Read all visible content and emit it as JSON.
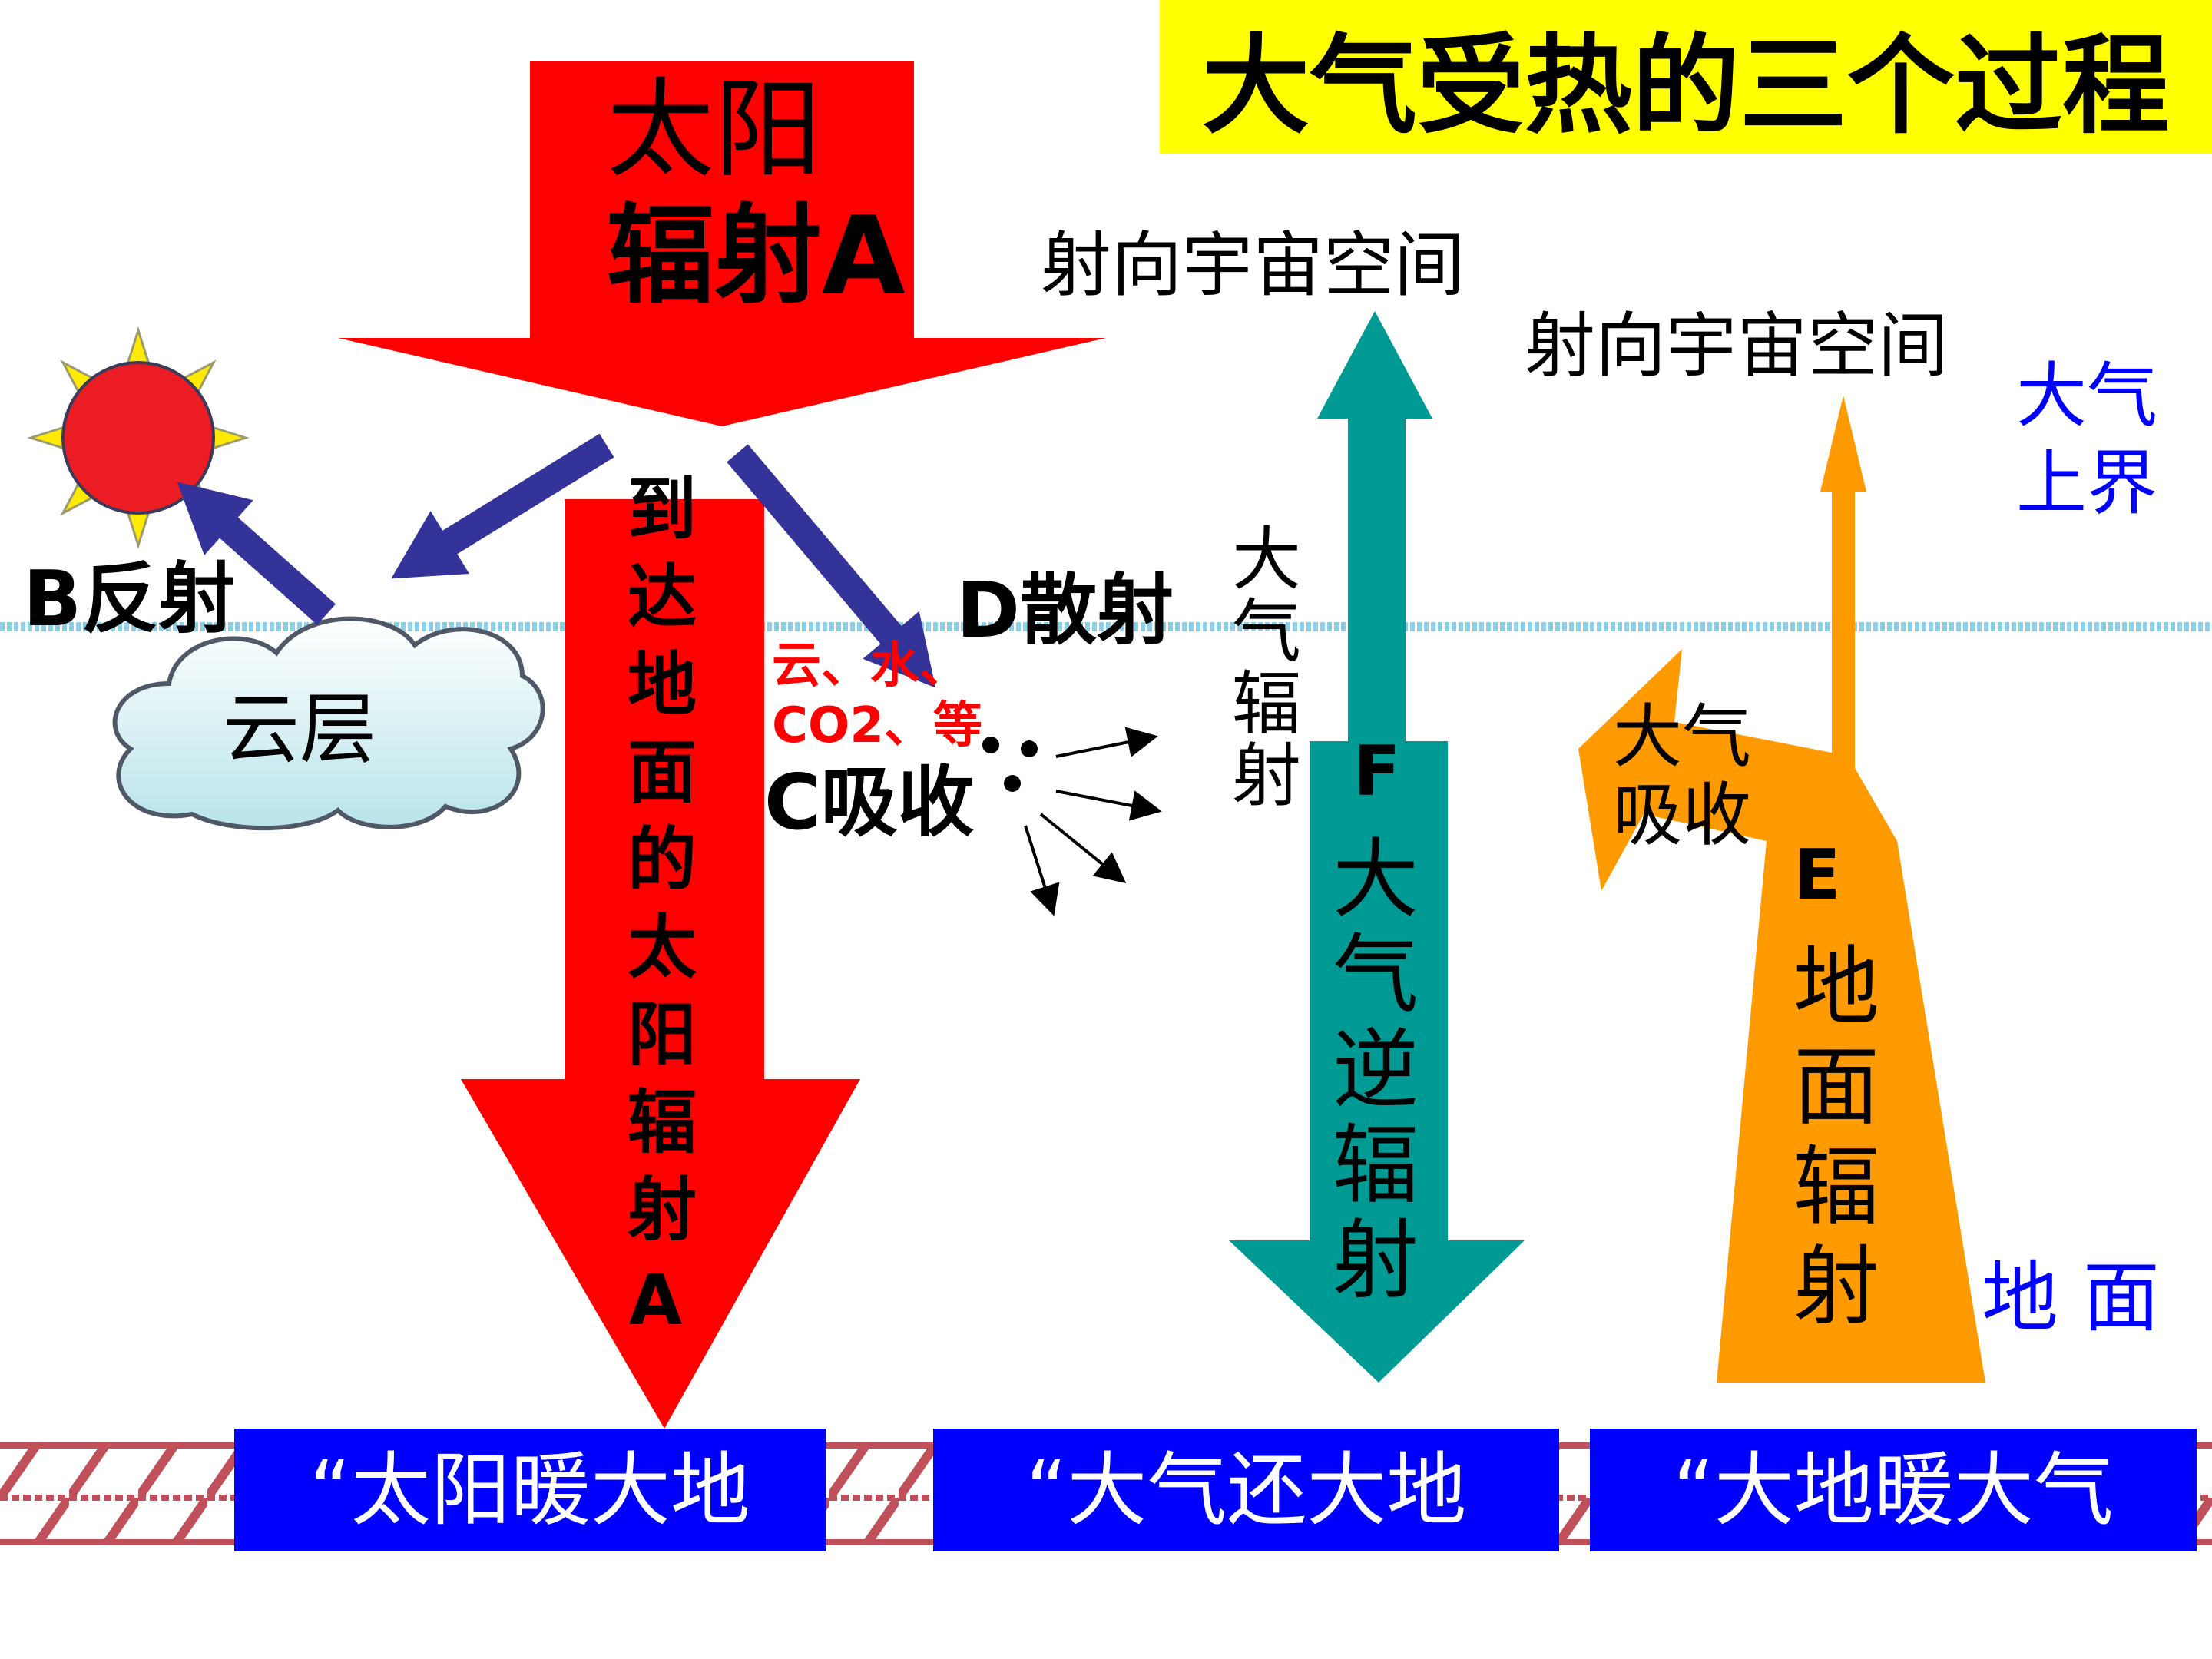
{
  "title": "大气受热的三个过程",
  "sun_radiation": {
    "line1": "太阳",
    "line2": "辐射A"
  },
  "to_space_left": "射向宇宙空间",
  "to_space_right": "射向宇宙空间",
  "atmosphere_top": {
    "line1": "大气",
    "line2": "上界"
  },
  "reflection": "B反射",
  "cloud_layer": "云层",
  "reaching_ground": "到达地面的太阳辐射A",
  "scattering": "D散射",
  "absorbers": {
    "line1": "云、水、",
    "line2": "CO2、等"
  },
  "absorption": "C吸收",
  "atmospheric_radiation": "大气辐射",
  "counter_radiation": {
    "letter": "F",
    "text": "大气逆辐射"
  },
  "atmosphere_absorption": {
    "line1": "大气",
    "line2": "吸收"
  },
  "ground_radiation": {
    "letter": "E",
    "text": "地面辐射"
  },
  "ground": "地 面",
  "banners": [
    "“太阳暖大地",
    "“大气还大地",
    "“大地暖大气"
  ],
  "colors": {
    "solar_arrow": "#ff0000",
    "counter_arrow": "#009a95",
    "ground_arrow": "#ff9a00",
    "blue_arrow": "#343399",
    "banner_bg": "#0000ff",
    "title_bg": "#ffff00",
    "atmosphere_line": "#8ecfe6",
    "ground_hatch": "#c0505a",
    "sun_body": "#ec1c24",
    "sun_rays": "#ffea00"
  }
}
